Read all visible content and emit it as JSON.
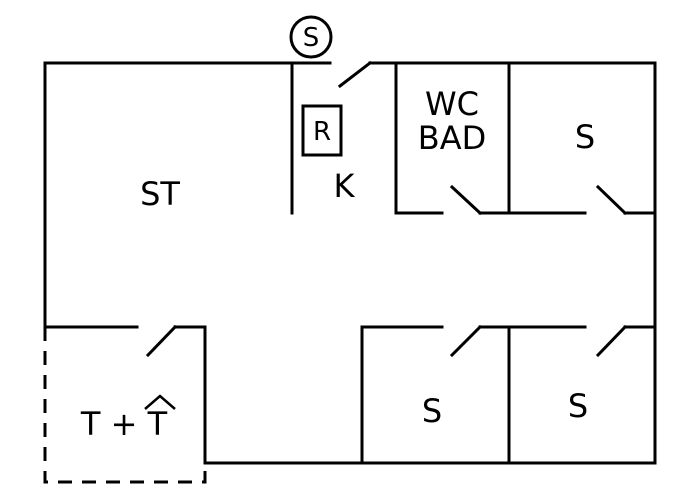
{
  "plan": {
    "rooms": {
      "living": "ST",
      "kitchen": "K",
      "bath_line1": "WC",
      "bath_line2": "BAD",
      "bedroom_top_right": "S",
      "bedroom_bottom_middle": "S",
      "bedroom_bottom_right": "S",
      "terrace": "T + T"
    },
    "symbols": {
      "chimney": "S",
      "fridge": "R"
    },
    "colors": {
      "lines": "#000000",
      "background": "#ffffff"
    },
    "icons": [
      "door-swing-icon",
      "chimney-icon",
      "fridge-icon",
      "roof-icon"
    ]
  }
}
